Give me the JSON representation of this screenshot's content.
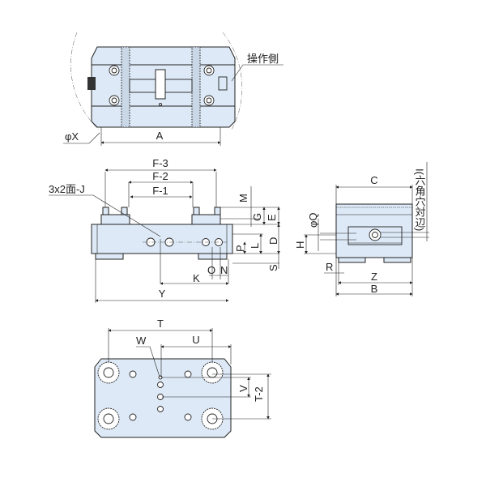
{
  "labels": {
    "operation_side": "操作側",
    "phi_x": "φX",
    "a": "A",
    "f3": "F-3",
    "f2": "F-2",
    "f1": "F-1",
    "j": "3x2面-J",
    "m": "M",
    "g": "G",
    "e": "E",
    "p": "P",
    "l": "L",
    "d": "D",
    "s": "S",
    "o": "O",
    "n": "N",
    "k": "K",
    "y": "Y",
    "c": "C",
    "i": "I(六角穴対辺)",
    "phi_q": "φQ",
    "h": "H",
    "r": "R",
    "z": "Z",
    "b": "B",
    "t": "T",
    "w": "W",
    "u": "U",
    "v": "V",
    "t2": "T-2"
  },
  "colors": {
    "body": "#dde9f6",
    "line": "#222222"
  }
}
